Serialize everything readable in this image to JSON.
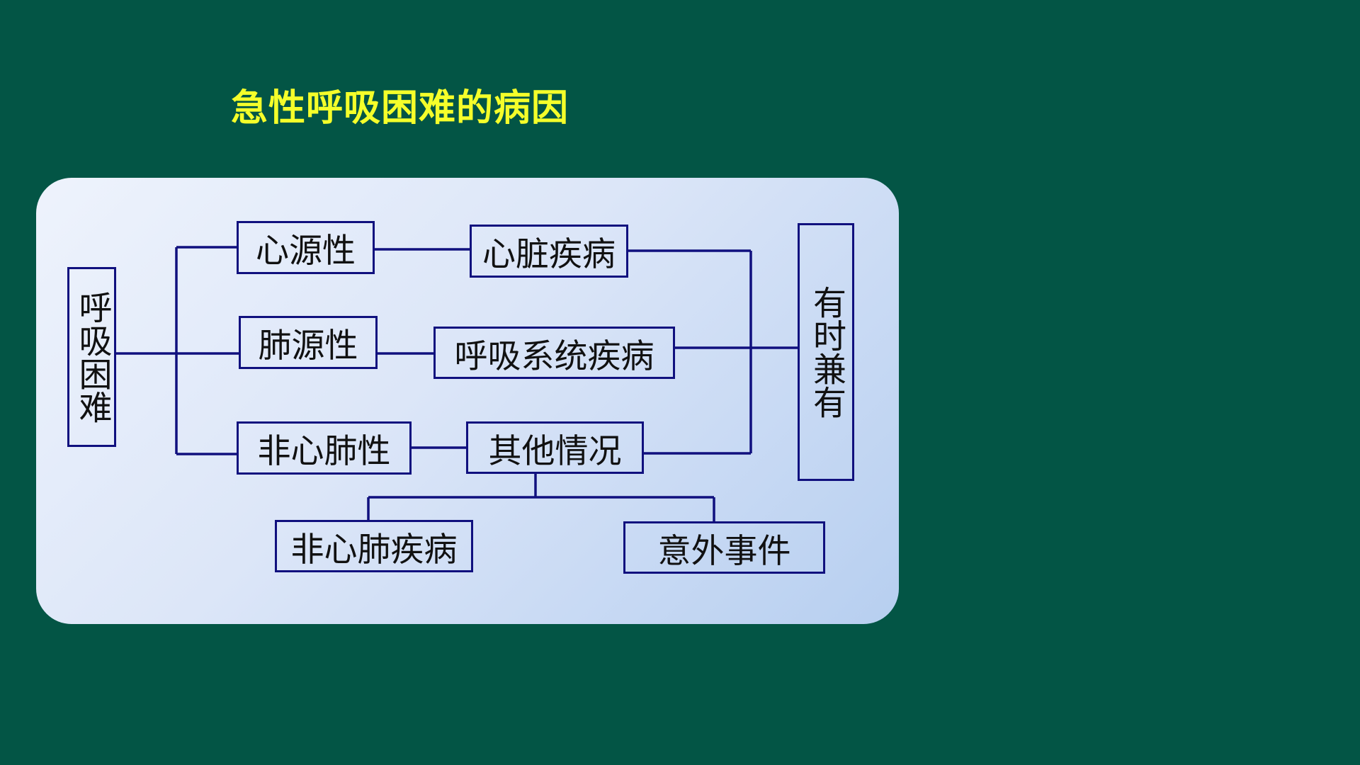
{
  "title": "急性呼吸困难的病因",
  "diagram": {
    "root": "呼吸困难",
    "categories": {
      "cardiac": "心源性",
      "pulmonary": "肺源性",
      "non_cardiopulmonary": "非心肺性"
    },
    "causes": {
      "heart_disease": "心脏疾病",
      "respiratory_disease": "呼吸系统疾病",
      "other": "其他情况"
    },
    "sub_causes": {
      "non_cardiopulmonary_disease": "非心肺疾病",
      "accidents": "意外事件"
    },
    "combined": "有时兼有"
  },
  "colors": {
    "background": "#035545",
    "title": "#F5FF2A",
    "box_border": "#10107E"
  }
}
